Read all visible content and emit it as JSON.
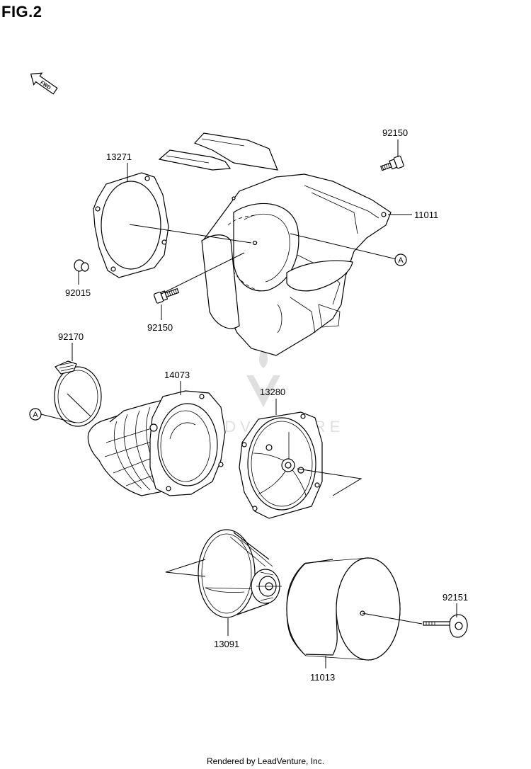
{
  "figure": {
    "title": "FIG.2"
  },
  "direction_marker": {
    "text": "FWD",
    "icon": "fwd-arrow-icon"
  },
  "parts": [
    {
      "number": "92150"
    },
    {
      "number": "13271"
    },
    {
      "number": "11011"
    },
    {
      "number": "92015"
    },
    {
      "number": "92150"
    },
    {
      "number": "92170"
    },
    {
      "number": "14073"
    },
    {
      "number": "13280"
    },
    {
      "number": "13091"
    },
    {
      "number": "92151"
    },
    {
      "number": "11013"
    }
  ],
  "reference_marks": [
    {
      "letter": "A"
    },
    {
      "letter": "A"
    }
  ],
  "watermark": {
    "text": "LEADVENTURE"
  },
  "footer": {
    "text": "Rendered by LeadVenture, Inc."
  }
}
